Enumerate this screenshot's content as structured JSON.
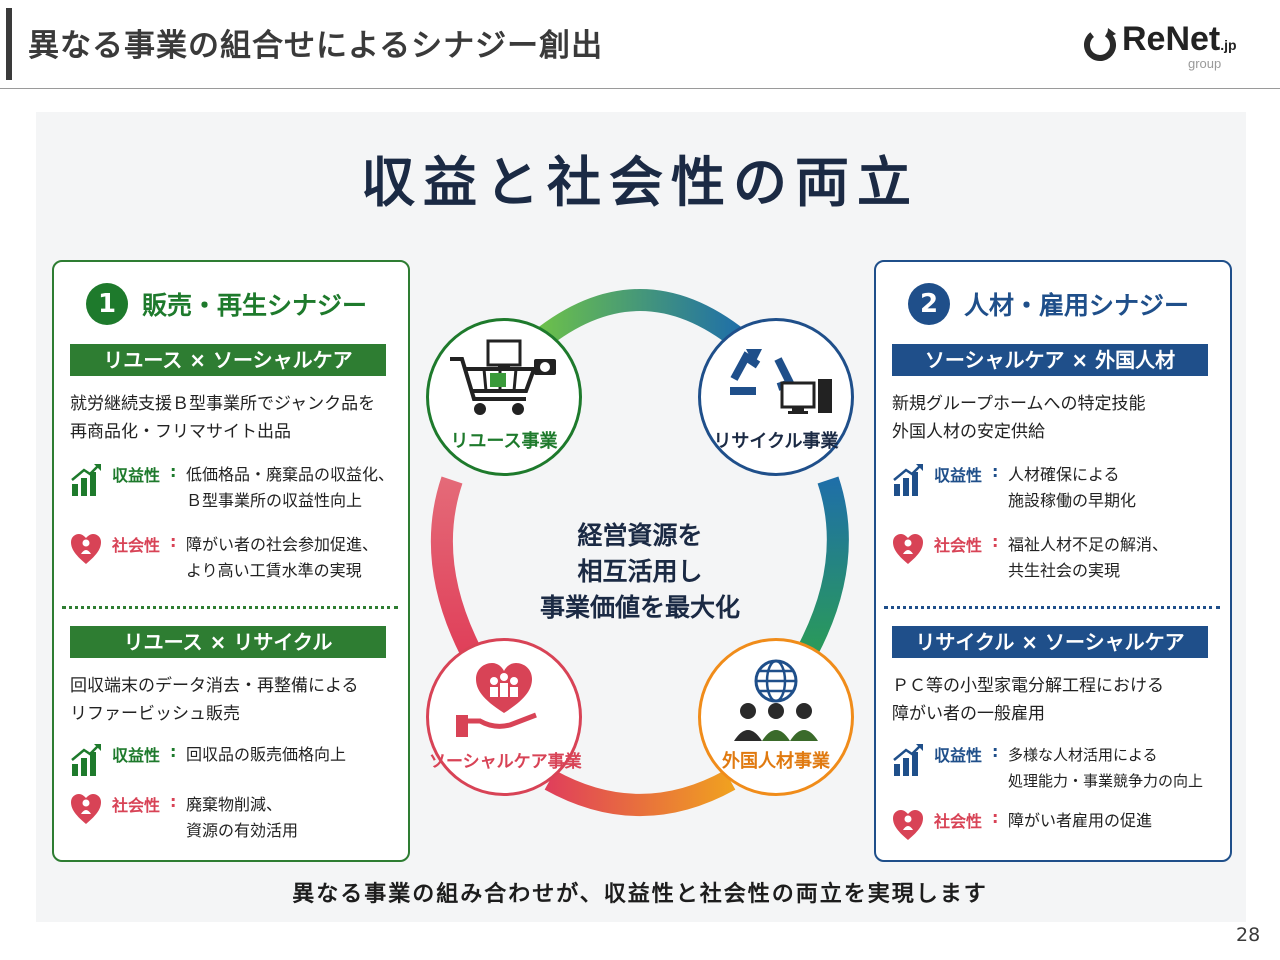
{
  "header": {
    "title": "異なる事業の組合せによるシナジー創出",
    "logo_main": "ReNet",
    "logo_jp": ".jp",
    "logo_sub": "group"
  },
  "main_title": "収益と社会性の両立",
  "colors": {
    "green": "#2e7d32",
    "blue": "#1f4f8a",
    "red": "#d84356",
    "orange": "#f08c1a",
    "navy": "#1b2a44"
  },
  "left_box": {
    "number": "1",
    "title": "販売・再生シナジー",
    "sections": [
      {
        "heading": "リユース × ソーシャルケア",
        "desc": [
          "就労継続支援Ｂ型事業所でジャンク品を",
          "再商品化・フリマサイト出品"
        ],
        "profit_label": "収益性",
        "profit_text": [
          "低価格品・廃棄品の収益化、",
          "Ｂ型事業所の収益性向上"
        ],
        "social_label": "社会性",
        "social_text": [
          "障がい者の社会参加促進、",
          "より高い工賃水準の実現"
        ]
      },
      {
        "heading": "リユース × リサイクル",
        "desc": [
          "回収端末のデータ消去・再整備による",
          "リファービッシュ販売"
        ],
        "profit_label": "収益性",
        "profit_text": [
          "回収品の販売価格向上"
        ],
        "social_label": "社会性",
        "social_text": [
          "廃棄物削減、",
          "資源の有効活用"
        ]
      }
    ]
  },
  "right_box": {
    "number": "2",
    "title": "人材・雇用シナジー",
    "sections": [
      {
        "heading": "ソーシャルケア × 外国人材",
        "desc": [
          "新規グループホームへの特定技能",
          "外国人材の安定供給"
        ],
        "profit_label": "収益性",
        "profit_text": [
          "人材確保による",
          "施設稼働の早期化"
        ],
        "social_label": "社会性",
        "social_text": [
          "福祉人材不足の解消、",
          "共生社会の実現"
        ]
      },
      {
        "heading": "リサイクル × ソーシャルケア",
        "desc": [
          "ＰＣ等の小型家電分解工程における",
          "障がい者の一般雇用"
        ],
        "profit_label": "収益性",
        "profit_text": [
          "多様な人材活用による",
          "処理能力・事業競争力の向上"
        ],
        "social_label": "社会性",
        "social_text": [
          "障がい者雇用の促進"
        ]
      }
    ]
  },
  "cycle": {
    "center": [
      "経営資源を",
      "相互活用し",
      "事業価値を最大化"
    ],
    "nodes": {
      "reuse": {
        "label": "リユース事業",
        "icon": "shopping-cart-icon"
      },
      "recycle": {
        "label": "リサイクル事業",
        "icon": "recycle-icon"
      },
      "social": {
        "label": "ソーシャルケア事業",
        "icon": "heart-hand-icon"
      },
      "foreign": {
        "label": "外国人材事業",
        "icon": "globe-people-icon"
      }
    }
  },
  "bottom_text": "異なる事業の組み合わせが、収益性と社会性の両立を実現します",
  "page_number": "28"
}
